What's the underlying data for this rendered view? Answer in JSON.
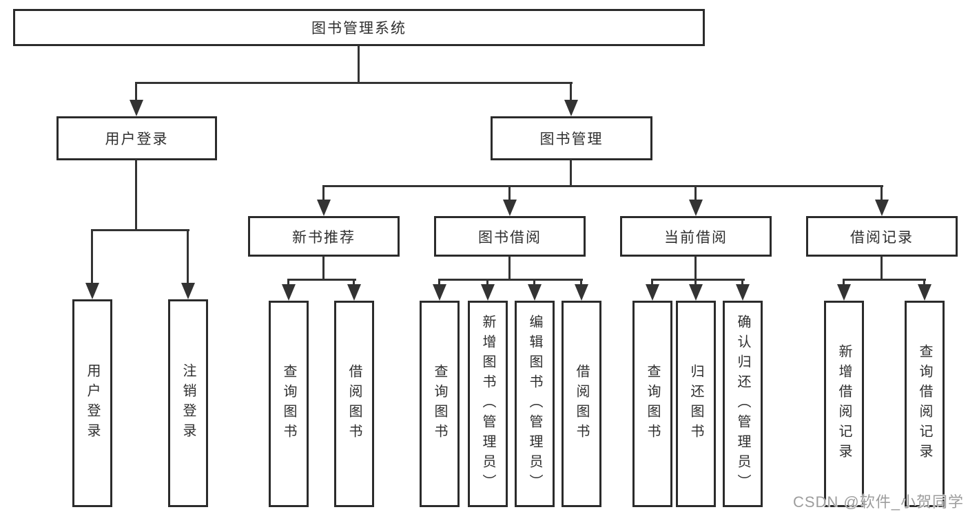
{
  "diagram": {
    "root": {
      "label": "图书管理系统"
    },
    "branches": [
      {
        "label": "用户登录",
        "leaves": [
          {
            "label": "用户登录"
          },
          {
            "label": "注销登录"
          }
        ]
      },
      {
        "label": "图书管理",
        "sections": [
          {
            "label": "新书推荐",
            "leaves": [
              {
                "label": "查询图书"
              },
              {
                "label": "借阅图书"
              }
            ]
          },
          {
            "label": "图书借阅",
            "leaves": [
              {
                "label": "查询图书"
              },
              {
                "label": "新增图书（管理员）"
              },
              {
                "label": "编辑图书（管理员）"
              },
              {
                "label": "借阅图书"
              }
            ]
          },
          {
            "label": "当前借阅",
            "leaves": [
              {
                "label": "查询图书"
              },
              {
                "label": "归还图书"
              },
              {
                "label": "确认归还（管理员）"
              }
            ]
          },
          {
            "label": "借阅记录",
            "leaves": [
              {
                "label": "新增借阅记录"
              },
              {
                "label": "查询借阅记录"
              }
            ]
          }
        ]
      }
    ]
  },
  "watermark": {
    "text": "CSDN @软件_小贺同学"
  },
  "colors": {
    "line": "#333333",
    "box_border": "#2b2b2b",
    "text": "#2f2f2f",
    "background": "#ffffff",
    "watermark": "#9d9d9d"
  }
}
